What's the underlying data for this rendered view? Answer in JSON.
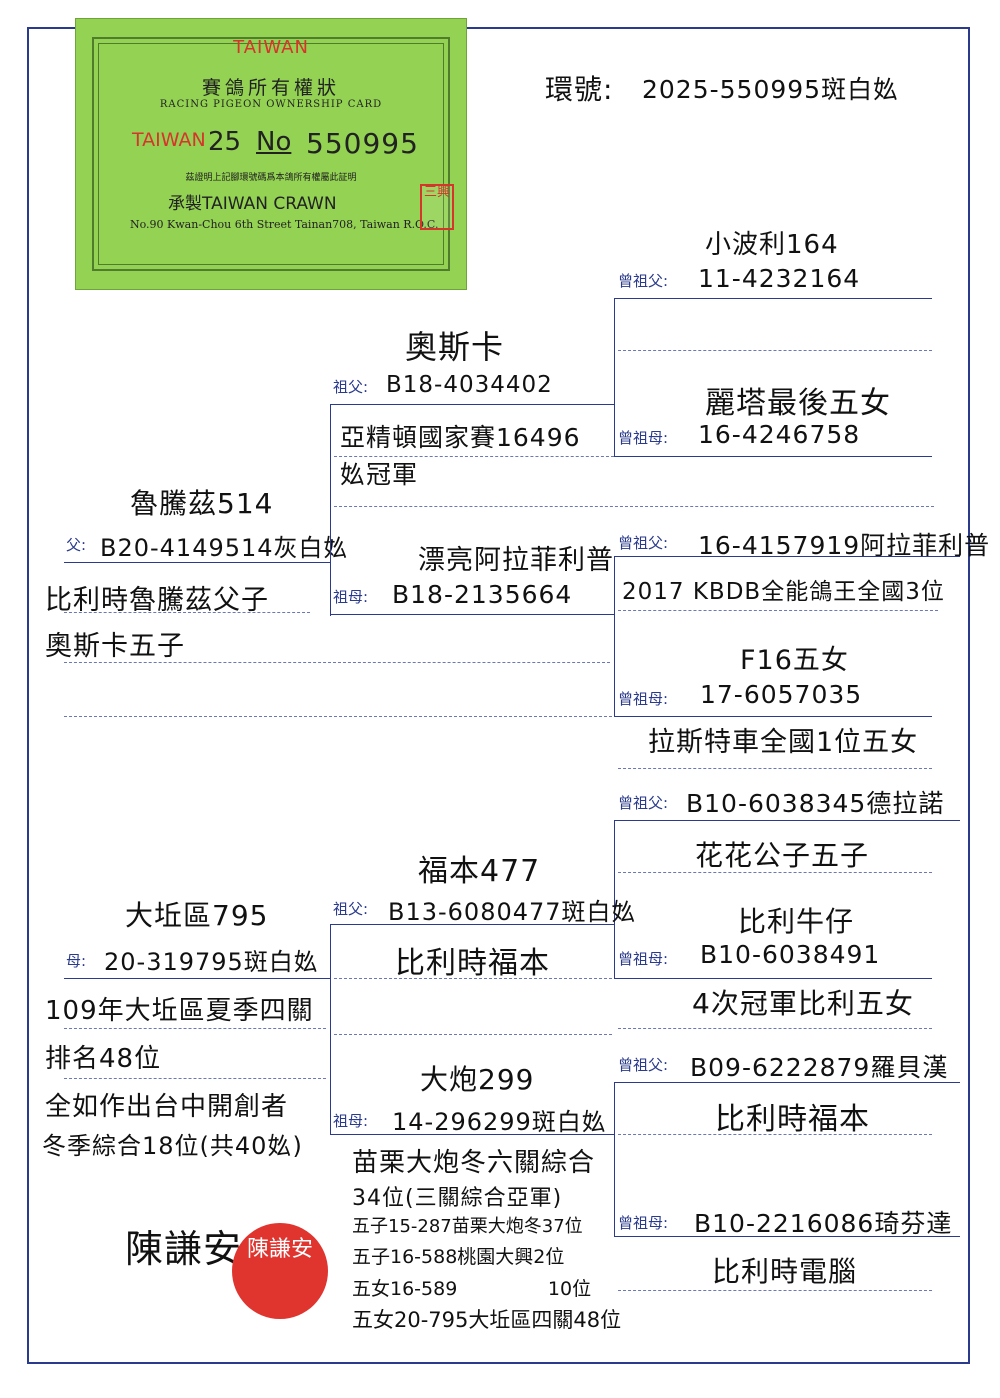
{
  "card": {
    "country": "TAIWAN",
    "title_zh": "賽鴿所有權狀",
    "title_en": "RACING PIGEON OWNERSHIP CARD",
    "ring_prefix": "TAIWAN",
    "ring_year": "25",
    "ring_no_label": "No",
    "ring_number": "550995",
    "statement": "茲證明上記腳環號碼爲本鴿所有權屬此証明",
    "maker": "承製TAIWAN CRAWN",
    "address": "No.90 Kwan-Chou 6th Street Tainan708, Taiwan R.O.C.",
    "seal_text": "三興",
    "colors": {
      "background": "#93d253",
      "text": "#222222",
      "accent": "#d6352b"
    }
  },
  "header": {
    "ring_label": "環號:",
    "ring_value": "2025-550995斑白𡚸"
  },
  "father": {
    "name": "魯騰茲514",
    "label": "父:",
    "ring": "B20-4149514灰白𡚸",
    "notes": [
      "比利時魯騰茲父子",
      "奧斯卡五子"
    ]
  },
  "paternal_grandfather": {
    "name": "奧斯卡",
    "label": "祖父:",
    "ring": "B18-4034402",
    "notes": [
      "亞精頓國家賽16496",
      "𡚸冠軍"
    ]
  },
  "paternal_grandmother": {
    "name": "漂亮阿拉菲利普",
    "label": "祖母:",
    "ring": "B18-2135664"
  },
  "pgf_father": {
    "name": "小波利164",
    "label": "曾祖父:",
    "ring": "11-4232164"
  },
  "pgf_mother": {
    "name": "麗塔最後五女",
    "label": "曾祖母:",
    "ring": "16-4246758"
  },
  "pgm_father": {
    "label": "曾祖父:",
    "ring": "16-4157919阿拉菲利普",
    "note": "2017 KBDB全能鴿王全國3位"
  },
  "pgm_mother": {
    "name": "F16五女",
    "label": "曾祖母:",
    "ring": "17-6057035",
    "note": "拉斯特車全國1位五女"
  },
  "mother": {
    "name": "大坵區795",
    "label": "母:",
    "ring": "20-319795斑白𡚸",
    "notes": [
      "109年大坵區夏季四關",
      "排名48位",
      "全如作出台中開創者",
      "冬季綜合18位(共40𡚸)"
    ]
  },
  "maternal_grandfather": {
    "name": "福本477",
    "label": "祖父:",
    "ring": "B13-6080477斑白𡚸",
    "note": "比利時福本"
  },
  "maternal_grandmother": {
    "name": "大炮299",
    "label": "祖母:",
    "ring": "14-296299斑白𡚸",
    "notes": [
      "苗栗大炮冬六關綜合",
      "34位(三關綜合亞軍)",
      "五子15-287苗栗大炮冬37位",
      "五子16-588桃園大興2位",
      "五女16-589               10位",
      "五女20-795大坵區四關48位"
    ]
  },
  "mgf_father": {
    "label": "曾祖父:",
    "ring": "B10-6038345德拉諾",
    "note": "花花公子五子"
  },
  "mgf_mother": {
    "name": "比利牛仔",
    "label": "曾祖母:",
    "ring": "B10-6038491",
    "note": "4次冠軍比利五女"
  },
  "mgm_father": {
    "label": "曾祖父:",
    "ring": "B09-6222879羅貝漢",
    "note": "比利時福本"
  },
  "mgm_mother": {
    "label": "曾祖母:",
    "ring": "B10-2216086琦芬達",
    "note": "比利時電腦"
  },
  "signature": {
    "name": "陳謙安",
    "seal_text": "陳謙安"
  }
}
